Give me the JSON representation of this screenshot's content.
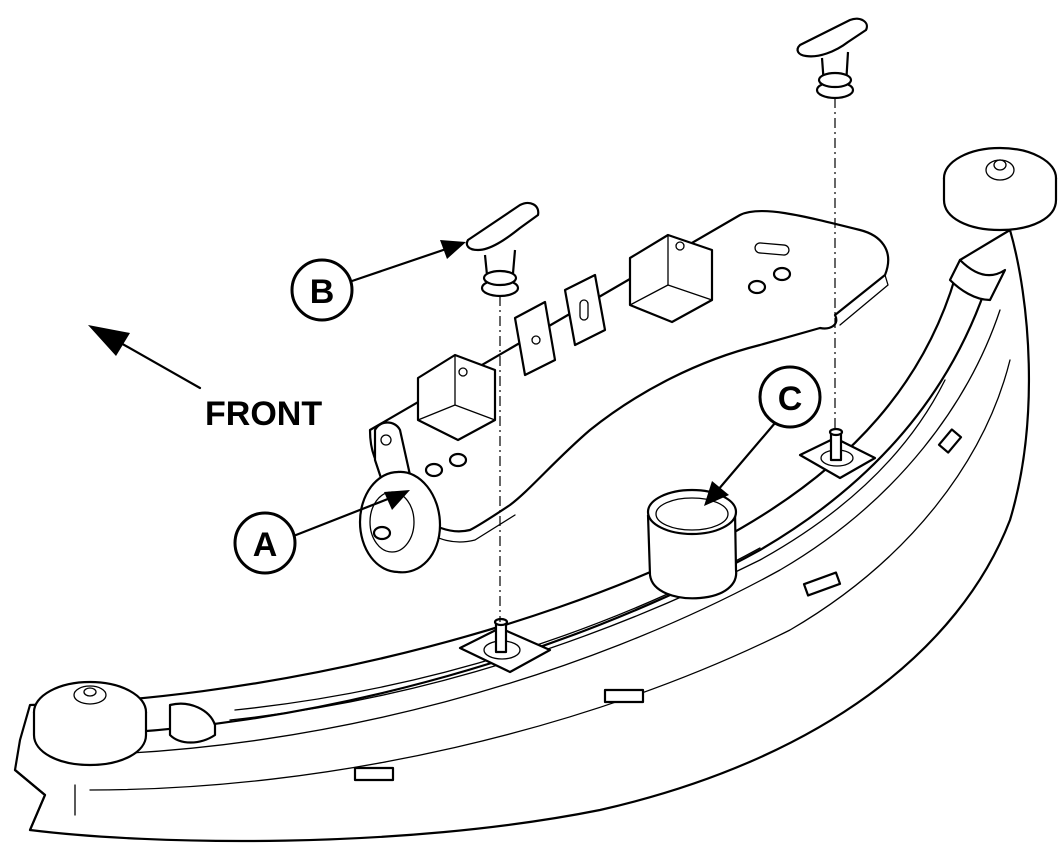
{
  "labels": {
    "front": "FRONT",
    "callout_a": "A",
    "callout_b": "B",
    "callout_c": "C"
  },
  "colors": {
    "line": "#000000",
    "background": "#ffffff"
  }
}
